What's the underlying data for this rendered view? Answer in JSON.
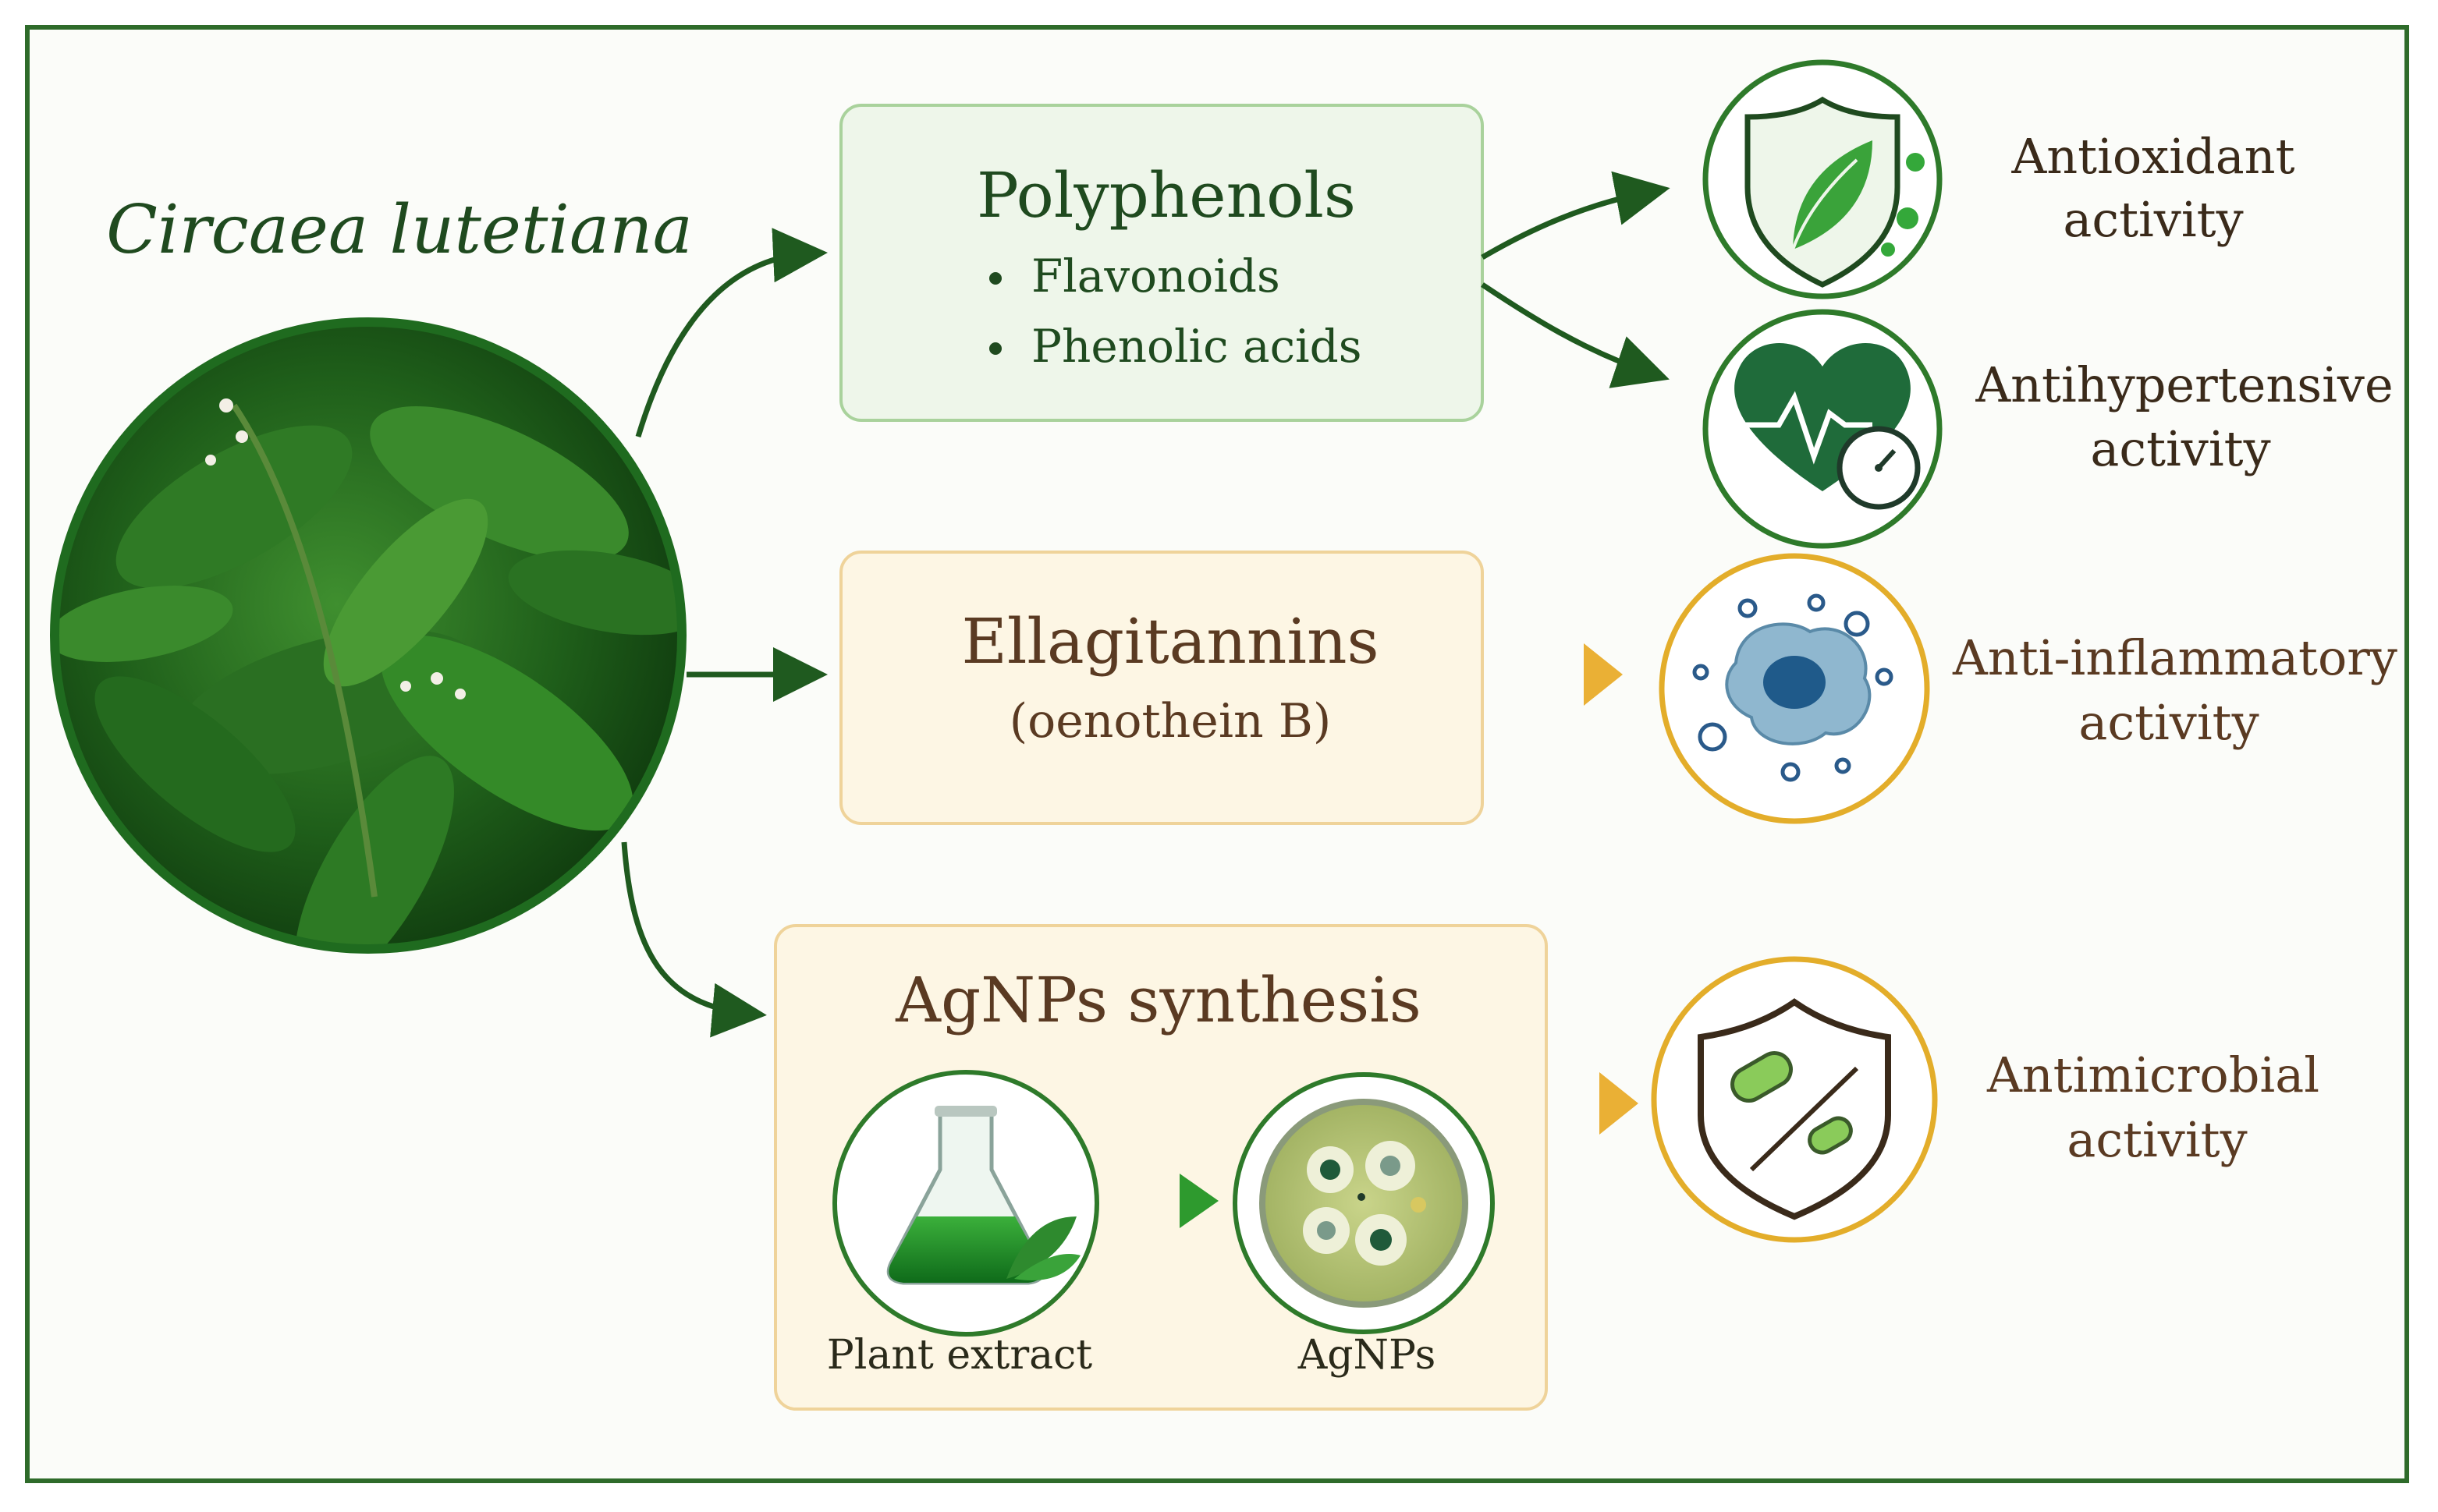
{
  "plant": {
    "name": "Circaea lutetiana"
  },
  "polyphenols": {
    "title": "Polyphenols",
    "items": [
      "Flavonoids",
      "Phenolic acids"
    ]
  },
  "ellagitannins": {
    "title": "Ellagitannins",
    "subtitle": "(oenothein B)"
  },
  "agnps": {
    "title": "AgNPs synthesis",
    "extract_label": "Plant extract",
    "particles_label": "AgNPs"
  },
  "activities": {
    "antioxidant": [
      "Antioxidant",
      "activity"
    ],
    "antihypertensive": [
      "Antihypertensive",
      "activity"
    ],
    "antiinflammatory": [
      "Anti-inflammatory",
      "activity"
    ],
    "antimicrobial": [
      "Antimicrobial",
      "activity"
    ]
  },
  "icons": {
    "antioxidant": "shield-leaf-icon",
    "antihypertensive": "heart-gauge-icon",
    "antiinflammatory": "cell-icon",
    "antimicrobial": "shield-bacteria-icon",
    "extract": "flask-icon",
    "particles": "petri-dish-icon"
  },
  "colors": {
    "green_dark": "#1f5a1f",
    "green_mid": "#2e8a2e",
    "green_box_bg": "#eef6ea",
    "green_box_border": "#a9d29c",
    "gold": "#e3ad2a",
    "gold_box_bg": "#fdf6e4",
    "gold_box_border": "#efd39a",
    "brown_text": "#5a3a22"
  }
}
